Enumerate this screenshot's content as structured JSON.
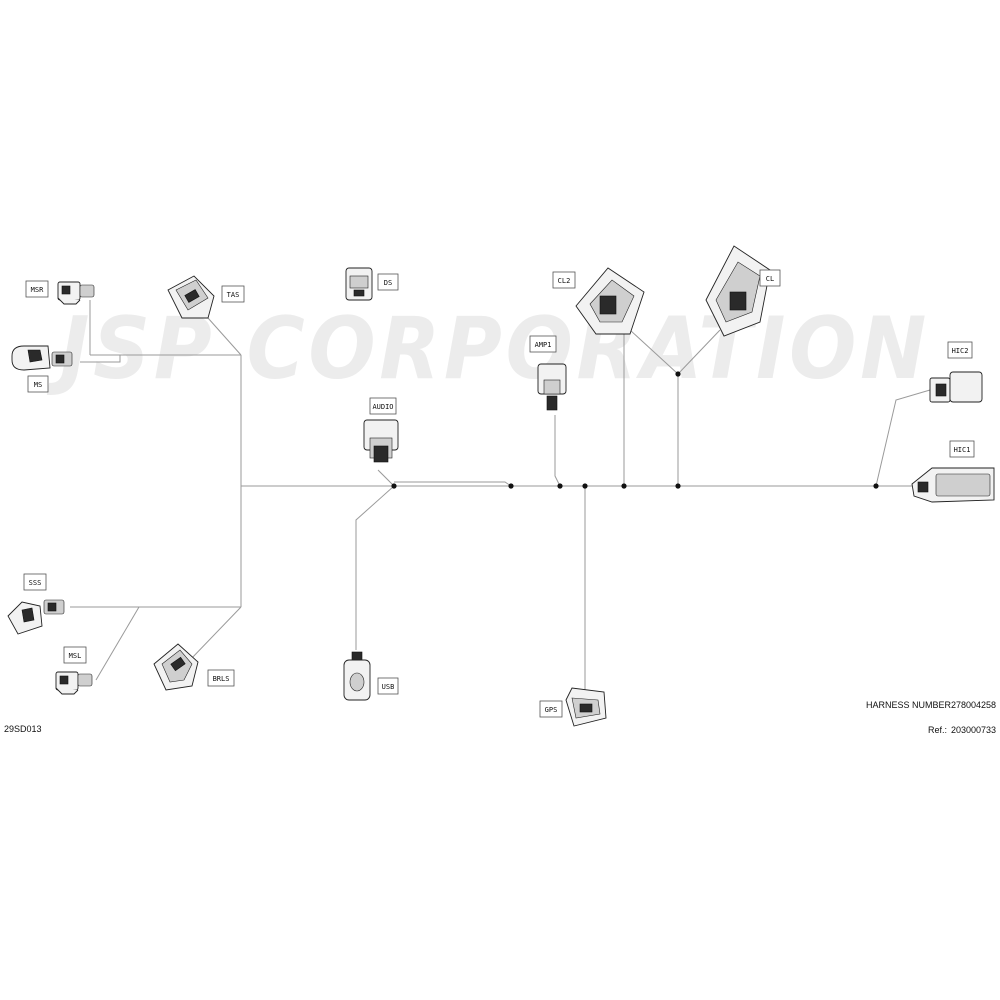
{
  "watermark": "JSP CORPORATION",
  "drawing_id": "29SD013",
  "harness": {
    "label": "HARNESS NUMBER",
    "number": "278004258"
  },
  "ref": {
    "label": "Ref.:",
    "number": "203000733"
  },
  "connectors": {
    "msr": "MSR",
    "ms": "MS",
    "tas": "TAS",
    "ds": "DS",
    "cl2": "CL2",
    "cl": "CL",
    "amp1": "AMP1",
    "hic2": "HIC2",
    "audio": "AUDIO",
    "hic1": "HIC1",
    "sss": "SSS",
    "msl": "MSL",
    "brls": "BRLS",
    "usb": "USB",
    "gps": "GPS"
  },
  "colors": {
    "wire": "#9a9a9a",
    "junction": "#111111",
    "watermark": "#ececec"
  }
}
